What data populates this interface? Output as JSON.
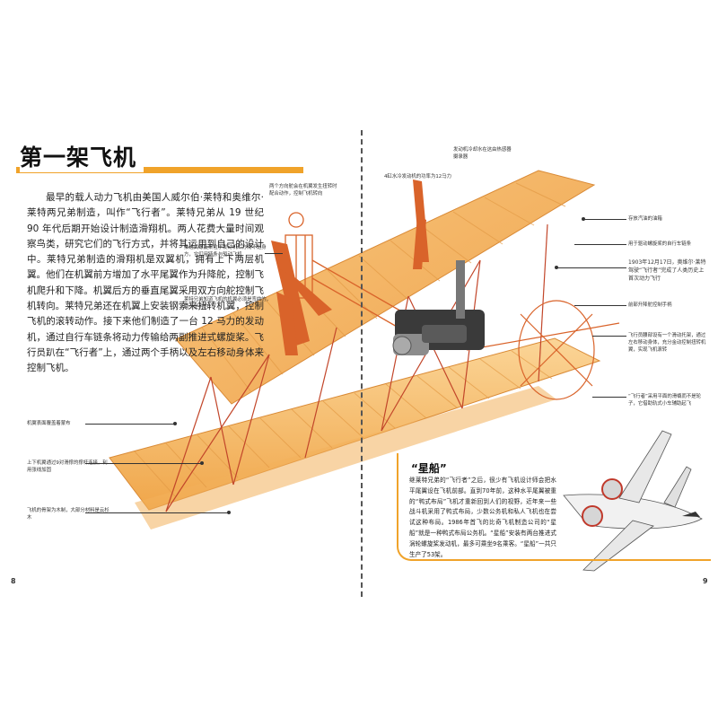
{
  "title": "第一架飞机",
  "intro": "最早的载人动力飞机由美国人威尔伯·莱特和奥维尔·莱特两兄弟制造，叫作“飞行者”。莱特兄弟从 19 世纪 90 年代后期开始设计制造滑翔机。两人花费大量时间观察鸟类，研究它们的飞行方式，并将其运用到自己的设计中。莱特兄弟制造的滑翔机是双翼机，拥有上下两层机翼。他们在机翼前方增加了水平尾翼作为升降舵，控制飞机爬升和下降。机翼后方的垂直尾翼采用双方向舵控制飞机转向。莱特兄弟还在机翼上安装钢索来扭转机翼，控制飞机的滚转动作。接下来他们制造了一台 12 马力的发动机，通过自行车链条将动力传输给两副推进式螺旋桨。飞行员趴在“飞行者”上，通过两个手柄以及左右移动身体来控制飞机。",
  "notes": {
    "rudder_linked": "两个方向舵会在机翼发生扭转时配合动作，控制飞机转向",
    "chain_drive": "推进式螺旋桨位于发动机后方而不是身方，它们用链条与驱动飞机",
    "wing_fabric": "莱特兄弟知道飞机的机翼必须是弯曲的，而不是平的",
    "engine_cold": "发动机冷却水在这由热感器摄录器",
    "engine_power": "4缸水冷发动机的功率为12马力",
    "tank": "存放汽油的油箱",
    "chain": "用于驱动螺旋桨的自行车链条",
    "date": "1903年12月17日，奥维尔·莱特驾驶“飞行者”完成了人类历史上首次动力飞行",
    "elevator_handle": "前部升降舵控制手柄",
    "pilot_hip": "飞行员腰部设有一个滑动托架，通过左右移动身体，充分金动控制扭转机翼，实现飞机滚转",
    "skid": "“飞行者”采用平面的滑橇而不是轮子，它借助轨式小车辅助起飞",
    "covering": "机翼表面覆盖着蒙布",
    "wing_twist": "上下机翼通过9对滑撑的撑杆连接，利用张线加固",
    "frame": "飞机的骨架为木制，大部分材料是云杉木"
  },
  "box": {
    "title": "“星船”",
    "text": "继莱特兄弟的“飞行者”之后，很少有飞机设计师会把水平尾翼设在飞机前部。直到70年前，这种水平尾翼被重的“鸭式布局”飞机才重新回到人们的视野，近年来一些战斗机采用了鸭式布局，少数公务机和私人飞机也在尝试这种布局。1986年首飞的比奇飞机制造公司的“星船”就是一种鸭式布局公务机。“星船”安装有两台推进式涡轮螺旋桨发动机，最多可乘坐9名乘客。“星船”一共只生产了53架。"
  },
  "page_numbers": {
    "left": "8",
    "right": "9"
  },
  "colors": {
    "accent": "#f0a32a",
    "wing": "#f6b964",
    "frame": "#d9632a"
  }
}
